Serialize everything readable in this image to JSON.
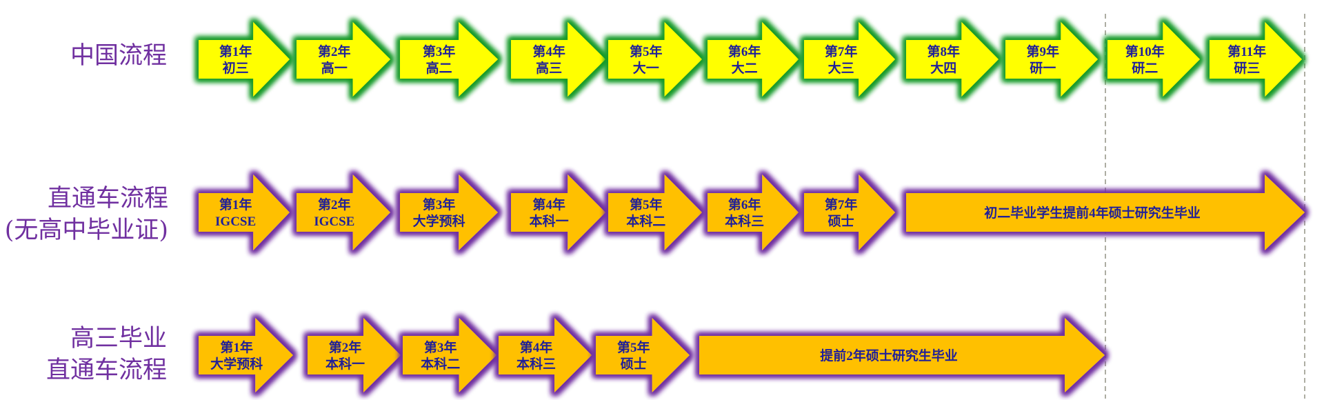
{
  "colors": {
    "label": "#7030a0",
    "arrow_text": "#1f1f9a",
    "china_fill": "#ffff00",
    "china_glow": "#1a9a2a",
    "express_fill": "#ffc000",
    "express_glow": "#7030a0",
    "guide_line": "#8a8a7a"
  },
  "rows": [
    {
      "id": "china",
      "label_lines": [
        "中国流程"
      ],
      "style": "china",
      "arrows": [
        {
          "lines": [
            "第1年",
            "初三"
          ]
        },
        {
          "lines": [
            "第2年",
            "高一"
          ]
        },
        {
          "lines": [
            "第3年",
            "高二"
          ]
        },
        {
          "lines": [
            "第4年",
            "高三"
          ]
        },
        {
          "lines": [
            "第5年",
            "大一"
          ]
        },
        {
          "lines": [
            "第6年",
            "大二"
          ]
        },
        {
          "lines": [
            "第7年",
            "大三"
          ]
        },
        {
          "lines": [
            "第8年",
            "大四"
          ]
        },
        {
          "lines": [
            "第9年",
            "研一"
          ]
        },
        {
          "lines": [
            "第10年",
            "研二"
          ]
        },
        {
          "lines": [
            "第11年",
            "研三"
          ]
        }
      ]
    },
    {
      "id": "express-no-diploma",
      "label_lines": [
        "直通车流程",
        "(无高中毕业证)"
      ],
      "style": "express",
      "arrows": [
        {
          "lines": [
            "第1年",
            "IGCSE"
          ]
        },
        {
          "lines": [
            "第2年",
            "IGCSE"
          ]
        },
        {
          "lines": [
            "第3年",
            "大学预科"
          ]
        },
        {
          "lines": [
            "第4年",
            "本科一"
          ]
        },
        {
          "lines": [
            "第5年",
            "本科二"
          ]
        },
        {
          "lines": [
            "第6年",
            "本科三"
          ]
        },
        {
          "lines": [
            "第7年",
            "硕士"
          ]
        },
        {
          "lines": [
            "初二毕业学生提前4年硕士研究生毕业"
          ]
        }
      ]
    },
    {
      "id": "express-after-g12",
      "label_lines": [
        "高三毕业",
        "直通车流程"
      ],
      "style": "express",
      "arrows": [
        {
          "lines": [
            "第1年",
            "大学预科"
          ]
        },
        {
          "lines": [
            "第2年",
            "本科一"
          ]
        },
        {
          "lines": [
            "第3年",
            "本科二"
          ]
        },
        {
          "lines": [
            "第4年",
            "本科三"
          ]
        },
        {
          "lines": [
            "第5年",
            "硕士"
          ]
        },
        {
          "lines": [
            "提前2年硕士研究生毕业"
          ]
        }
      ]
    }
  ]
}
